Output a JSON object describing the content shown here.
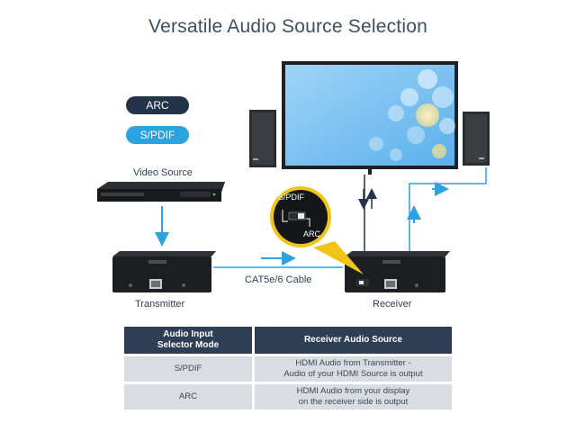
{
  "title": "Versatile Audio Source Selection",
  "legend": [
    {
      "label": "ARC",
      "color": "#23344a"
    },
    {
      "label": "S/PDIF",
      "color": "#2aa3e0"
    }
  ],
  "labels": {
    "video_source": "Video Source",
    "transmitter": "Transmitter",
    "receiver": "Receiver",
    "cable": "CAT5e/6 Cable"
  },
  "callout": {
    "spdif": "S/PDIF",
    "arc": "ARC"
  },
  "table": {
    "headers": [
      "Audio Input\nSelector Mode",
      "Receiver Audio Source"
    ],
    "rows": [
      {
        "mode": "S/PDIF",
        "source": "HDMI Audio from Transmitter -\nAudio of your HDMI Source is output"
      },
      {
        "mode": "ARC",
        "source": "HDMI Audio from your display\non the receiver side is output"
      }
    ]
  },
  "colors": {
    "accent": "#2aa3e0",
    "dark": "#23344a",
    "callout_ring": "#f2c318",
    "row_bg": "#d9dde2"
  }
}
